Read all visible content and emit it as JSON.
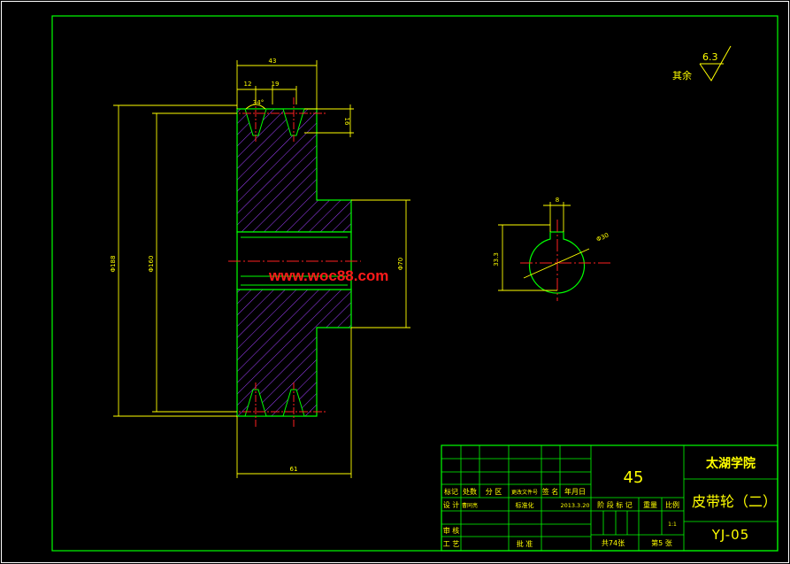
{
  "drawing": {
    "roughness": {
      "value": "6.3",
      "label": "其余"
    },
    "dimensions": {
      "overall_width": "43",
      "groove_offset": "12",
      "groove_pitch": "19",
      "groove_angle": "34°",
      "groove_depth": "16",
      "outer_diameter": "Φ188",
      "pitch_diameter": "Φ160",
      "hub_diameter": "Φ70",
      "hub_length": "61",
      "keyway_width": "8",
      "keyway_depth": "33.3",
      "bore_diameter": "Φ30"
    },
    "watermark": "www.woc88.com"
  },
  "title_block": {
    "header_row": [
      "标记",
      "处数",
      "分 区",
      "更改文件号",
      "签 名",
      "年月日"
    ],
    "design_row": {
      "label": "设 计",
      "designer": "曹同亮",
      "standard": "标准化",
      "date": "2013.3.20"
    },
    "review_label": "审 核",
    "process_label": "工 艺",
    "approve_label": "批 准",
    "stage_row": [
      "阶 段 标 记",
      "重量",
      "比例"
    ],
    "scale_value": "1:1",
    "sheets_total": "共74张",
    "sheet_number": "第5 张",
    "material": "45",
    "school": "太湖学院",
    "part_name": "皮带轮（二）",
    "drawing_code": "YJ-05"
  },
  "colors": {
    "frame": "#00ff00",
    "outline": "#00ff00",
    "dimension": "#ffff00",
    "centerline": "#ff2020",
    "hatch": "#a040ff",
    "watermark": "#ff1a1a"
  }
}
